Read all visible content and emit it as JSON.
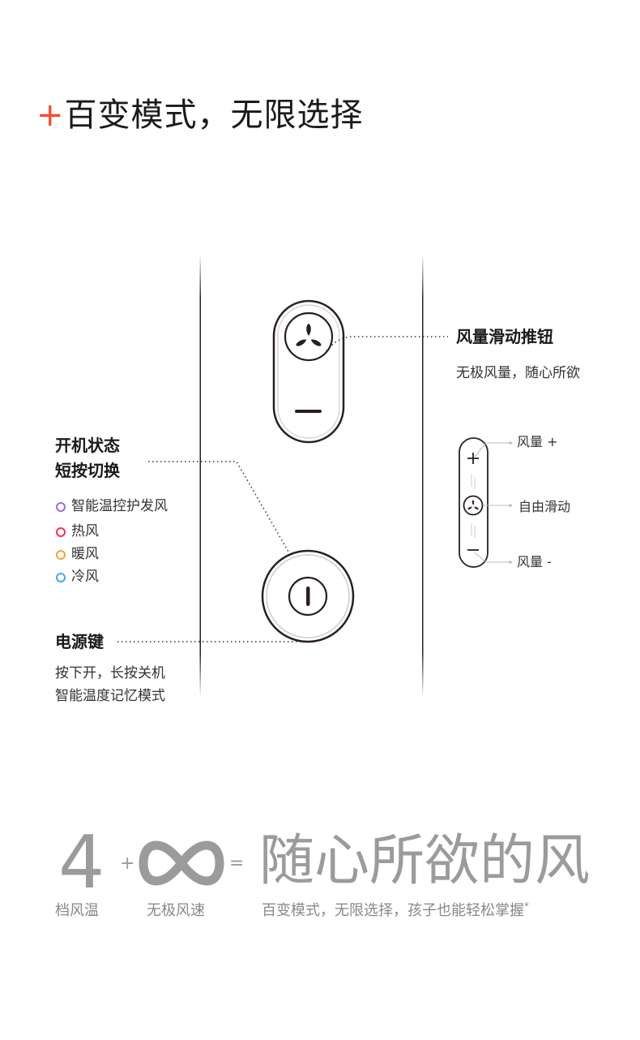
{
  "title": {
    "plus": "+",
    "text": "百变模式，无限选择",
    "accent": "#f04e2c"
  },
  "slider": {
    "heading": "风量滑动推钮",
    "desc": "无极风量，随心所欲",
    "labels": {
      "up": "风量 +",
      "middle": "自由滑动",
      "down": "风量 -"
    }
  },
  "mode": {
    "heading_line1": "开机状态",
    "heading_line2": "短按切换",
    "items": [
      {
        "label": "智能温控护发风",
        "color": "#9b6cf0"
      },
      {
        "label": "热风",
        "color": "#f0344f"
      },
      {
        "label": "暖风",
        "color": "#f5a142"
      },
      {
        "label": "冷风",
        "color": "#42a9f5"
      }
    ]
  },
  "power": {
    "heading": "电源键",
    "desc_line1": "按下开，长按关机",
    "desc_line2": "智能温度记忆模式"
  },
  "summary": {
    "four": "4",
    "plus": "+",
    "equals": "=",
    "headline": "随心所欲的风",
    "four_caption": "档风温",
    "infinity_caption": "无极风速",
    "headline_caption": "百变模式，无限选择，孩子也能轻松掌握",
    "asterisk": "*"
  }
}
